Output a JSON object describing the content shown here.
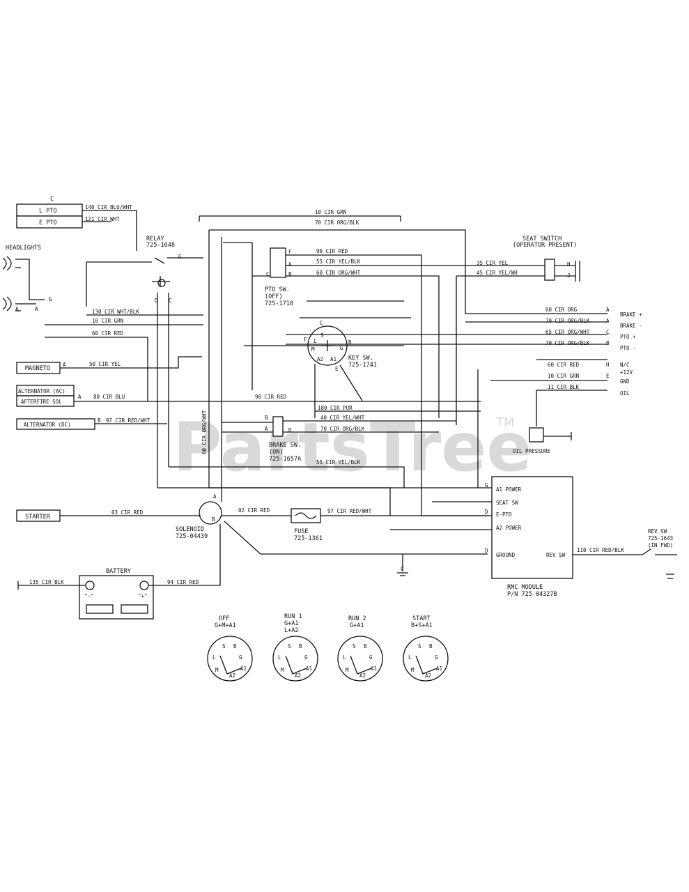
{
  "watermark": {
    "text": "PartsTree",
    "tm": "TM"
  },
  "top_block": {
    "header": "C",
    "rows": [
      "L PTO",
      "E PTO"
    ],
    "wires": [
      "140 CIR BLU/WHT",
      "121 CIR WHT"
    ]
  },
  "labels": {
    "headlights": "HEADLIGHTS",
    "relay": [
      "RELAY",
      "725-1648"
    ],
    "seat_switch": [
      "SEAT SWITCH",
      "(OPERATOR PRESENT)"
    ],
    "pto_sw": [
      "PTO SW.",
      "(OFF)",
      "725-1718"
    ],
    "key_sw": [
      "KEY SW.",
      "725-1741"
    ],
    "brake_sw": [
      "BRAKE SW.",
      "(ON)",
      "725-1657A"
    ],
    "oil_pressure": "OIL PRESSURE",
    "solenoid": [
      "SOLENOID",
      "725-04439"
    ],
    "fuse": [
      "FUSE",
      "725-1361"
    ],
    "battery": "BATTERY",
    "rev_sw": [
      "REV SW",
      "725-1643",
      "(IN FWD)"
    ],
    "rmc_module": [
      "RMC MODULE",
      "P/N 725-04327B"
    ]
  },
  "left_components": [
    "MAGNETO",
    "ALTERNATOR (AC)",
    "AFTERFIRE SOL",
    "ALTERNATOR (DC)",
    "STARTER"
  ],
  "wires": {
    "w10": "10 CIR GRN",
    "w70top": "70 CIR ORG/BLK",
    "w90": "90 CIR RED",
    "w55": "55 CIR YEL/BLK",
    "w60a": "60 CIR ORG/WHT",
    "w35": "35 CIR YEL",
    "w45": "45 CIR YEL/WH",
    "w130": "130 CIR WHT/BLK",
    "w10b": "10 CIR GRN",
    "w60b": "60 CIR RED",
    "w50": "50 CIR YEL",
    "w80": "80 CIR BLU",
    "w97": "97 CIR RED/WHT",
    "w90b": "90 CIR RED",
    "w180": "180 CIR PUR",
    "w40": "40 CIR YEL/WHT",
    "w70b": "70 CIR ORG/BLK",
    "w55b": "55 CIR YEL/BLK",
    "w60v": "60 CIR ORG/WHT",
    "w03": "03 CIR RED",
    "w02": "02 CIR RED",
    "w97b": "97 CIR RED/WHT",
    "w135": "135 CIR BLK",
    "w94": "94 CIR RED",
    "w110": "110 CIR RED/BLK"
  },
  "right_connector": {
    "wires": [
      "60 CIR ORG",
      "70 CIR ORG/BLK",
      "65 CIR ORG/WHT",
      "70 CIR ORG/BLK",
      "60 CIR RED",
      "10 CIR GRN",
      "11 CIR BLK"
    ],
    "letters": [
      "A",
      "A",
      "C",
      "B",
      "H",
      "E"
    ],
    "names": [
      "BRAKE +",
      "BRAKE -",
      "PTO +",
      "PTO -",
      "N/C",
      "+12V",
      "GND",
      "OIL"
    ]
  },
  "module_pins": [
    "A1 POWER",
    "SEAT SW",
    "E-PTO",
    "A2 POWER",
    "GROUND",
    "REV SW"
  ],
  "module_letters": [
    "G",
    "D",
    "D"
  ],
  "battery_terms": [
    "\"-\"",
    "\"+\""
  ],
  "key_letters": [
    "C",
    "S",
    "L",
    "M",
    "A2",
    "A1",
    "B",
    "G",
    "F",
    "E"
  ],
  "pto_letters": [
    "F",
    "A",
    "C",
    "B"
  ],
  "brake_letters": [
    "B",
    "A",
    "D"
  ],
  "relay_letters": [
    "G",
    "D",
    "C"
  ],
  "misc_letters": [
    "B",
    "A",
    "H",
    "J",
    "A",
    "B",
    "A",
    "C",
    "B",
    "A",
    "B"
  ],
  "key_states": [
    {
      "title": [
        "OFF",
        "G+M+A1"
      ]
    },
    {
      "title": [
        "RUN 1",
        "G+A1",
        "L+A2"
      ]
    },
    {
      "title": [
        "RUN 2",
        "G+A1"
      ]
    },
    {
      "title": [
        "START",
        "B+S+A1"
      ]
    }
  ],
  "key_state_letters": [
    "S",
    "B",
    "L",
    "G",
    "M",
    "A2",
    "A1"
  ]
}
